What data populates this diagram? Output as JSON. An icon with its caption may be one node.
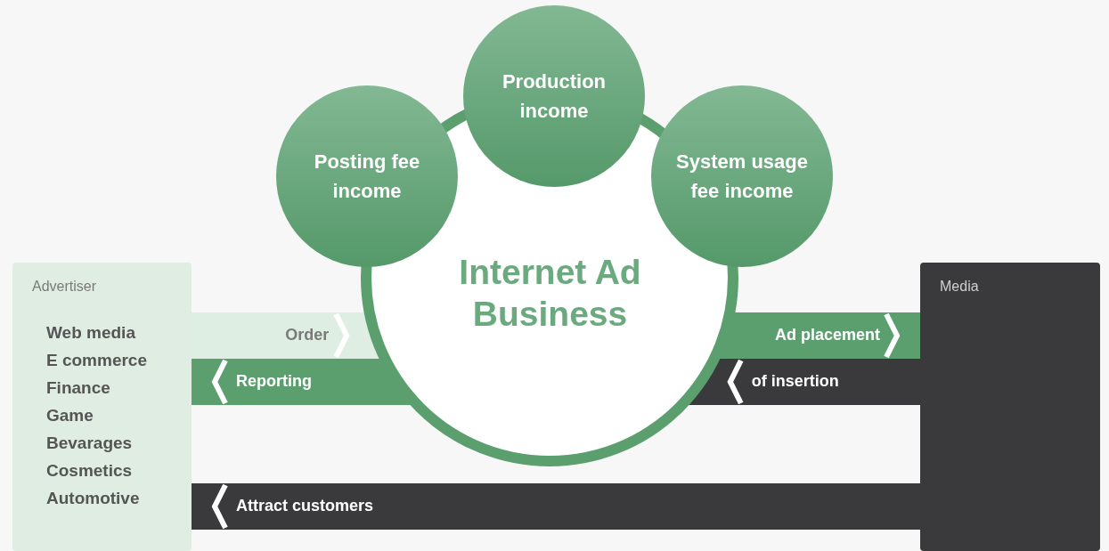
{
  "diagram": {
    "nodes": [
      {
        "text": [
          "Advertiser",
          "Web media",
          "E commerce",
          "Finance",
          "Game",
          "Bevarages",
          "Cosmetics",
          "Automotive"
        ]
      },
      {
        "text": [
          "Media"
        ]
      },
      {
        "text": [
          "Internet Ad Business"
        ]
      },
      {
        "text": [
          "Posting fee income"
        ]
      },
      {
        "text": [
          "Production income"
        ]
      },
      {
        "text": [
          "System usage fee income"
        ]
      }
    ],
    "edges": [
      {
        "from": 0,
        "to": 2,
        "arrow": "to",
        "label": "Order",
        "color": "#dfeee3"
      },
      {
        "from": 2,
        "to": 0,
        "arrow": "to",
        "label": "Reporting",
        "color": "#5c9f6f"
      },
      {
        "from": 2,
        "to": 1,
        "arrow": "to",
        "label": "Ad placement",
        "color": "#5c9f6f"
      },
      {
        "from": 1,
        "to": 2,
        "arrow": "to",
        "label": "of insertion",
        "color": "#3a3a3c"
      },
      {
        "from": 1,
        "to": 0,
        "arrow": "to",
        "label": "Attract customers",
        "color": "#3a3a3c"
      }
    ]
  }
}
